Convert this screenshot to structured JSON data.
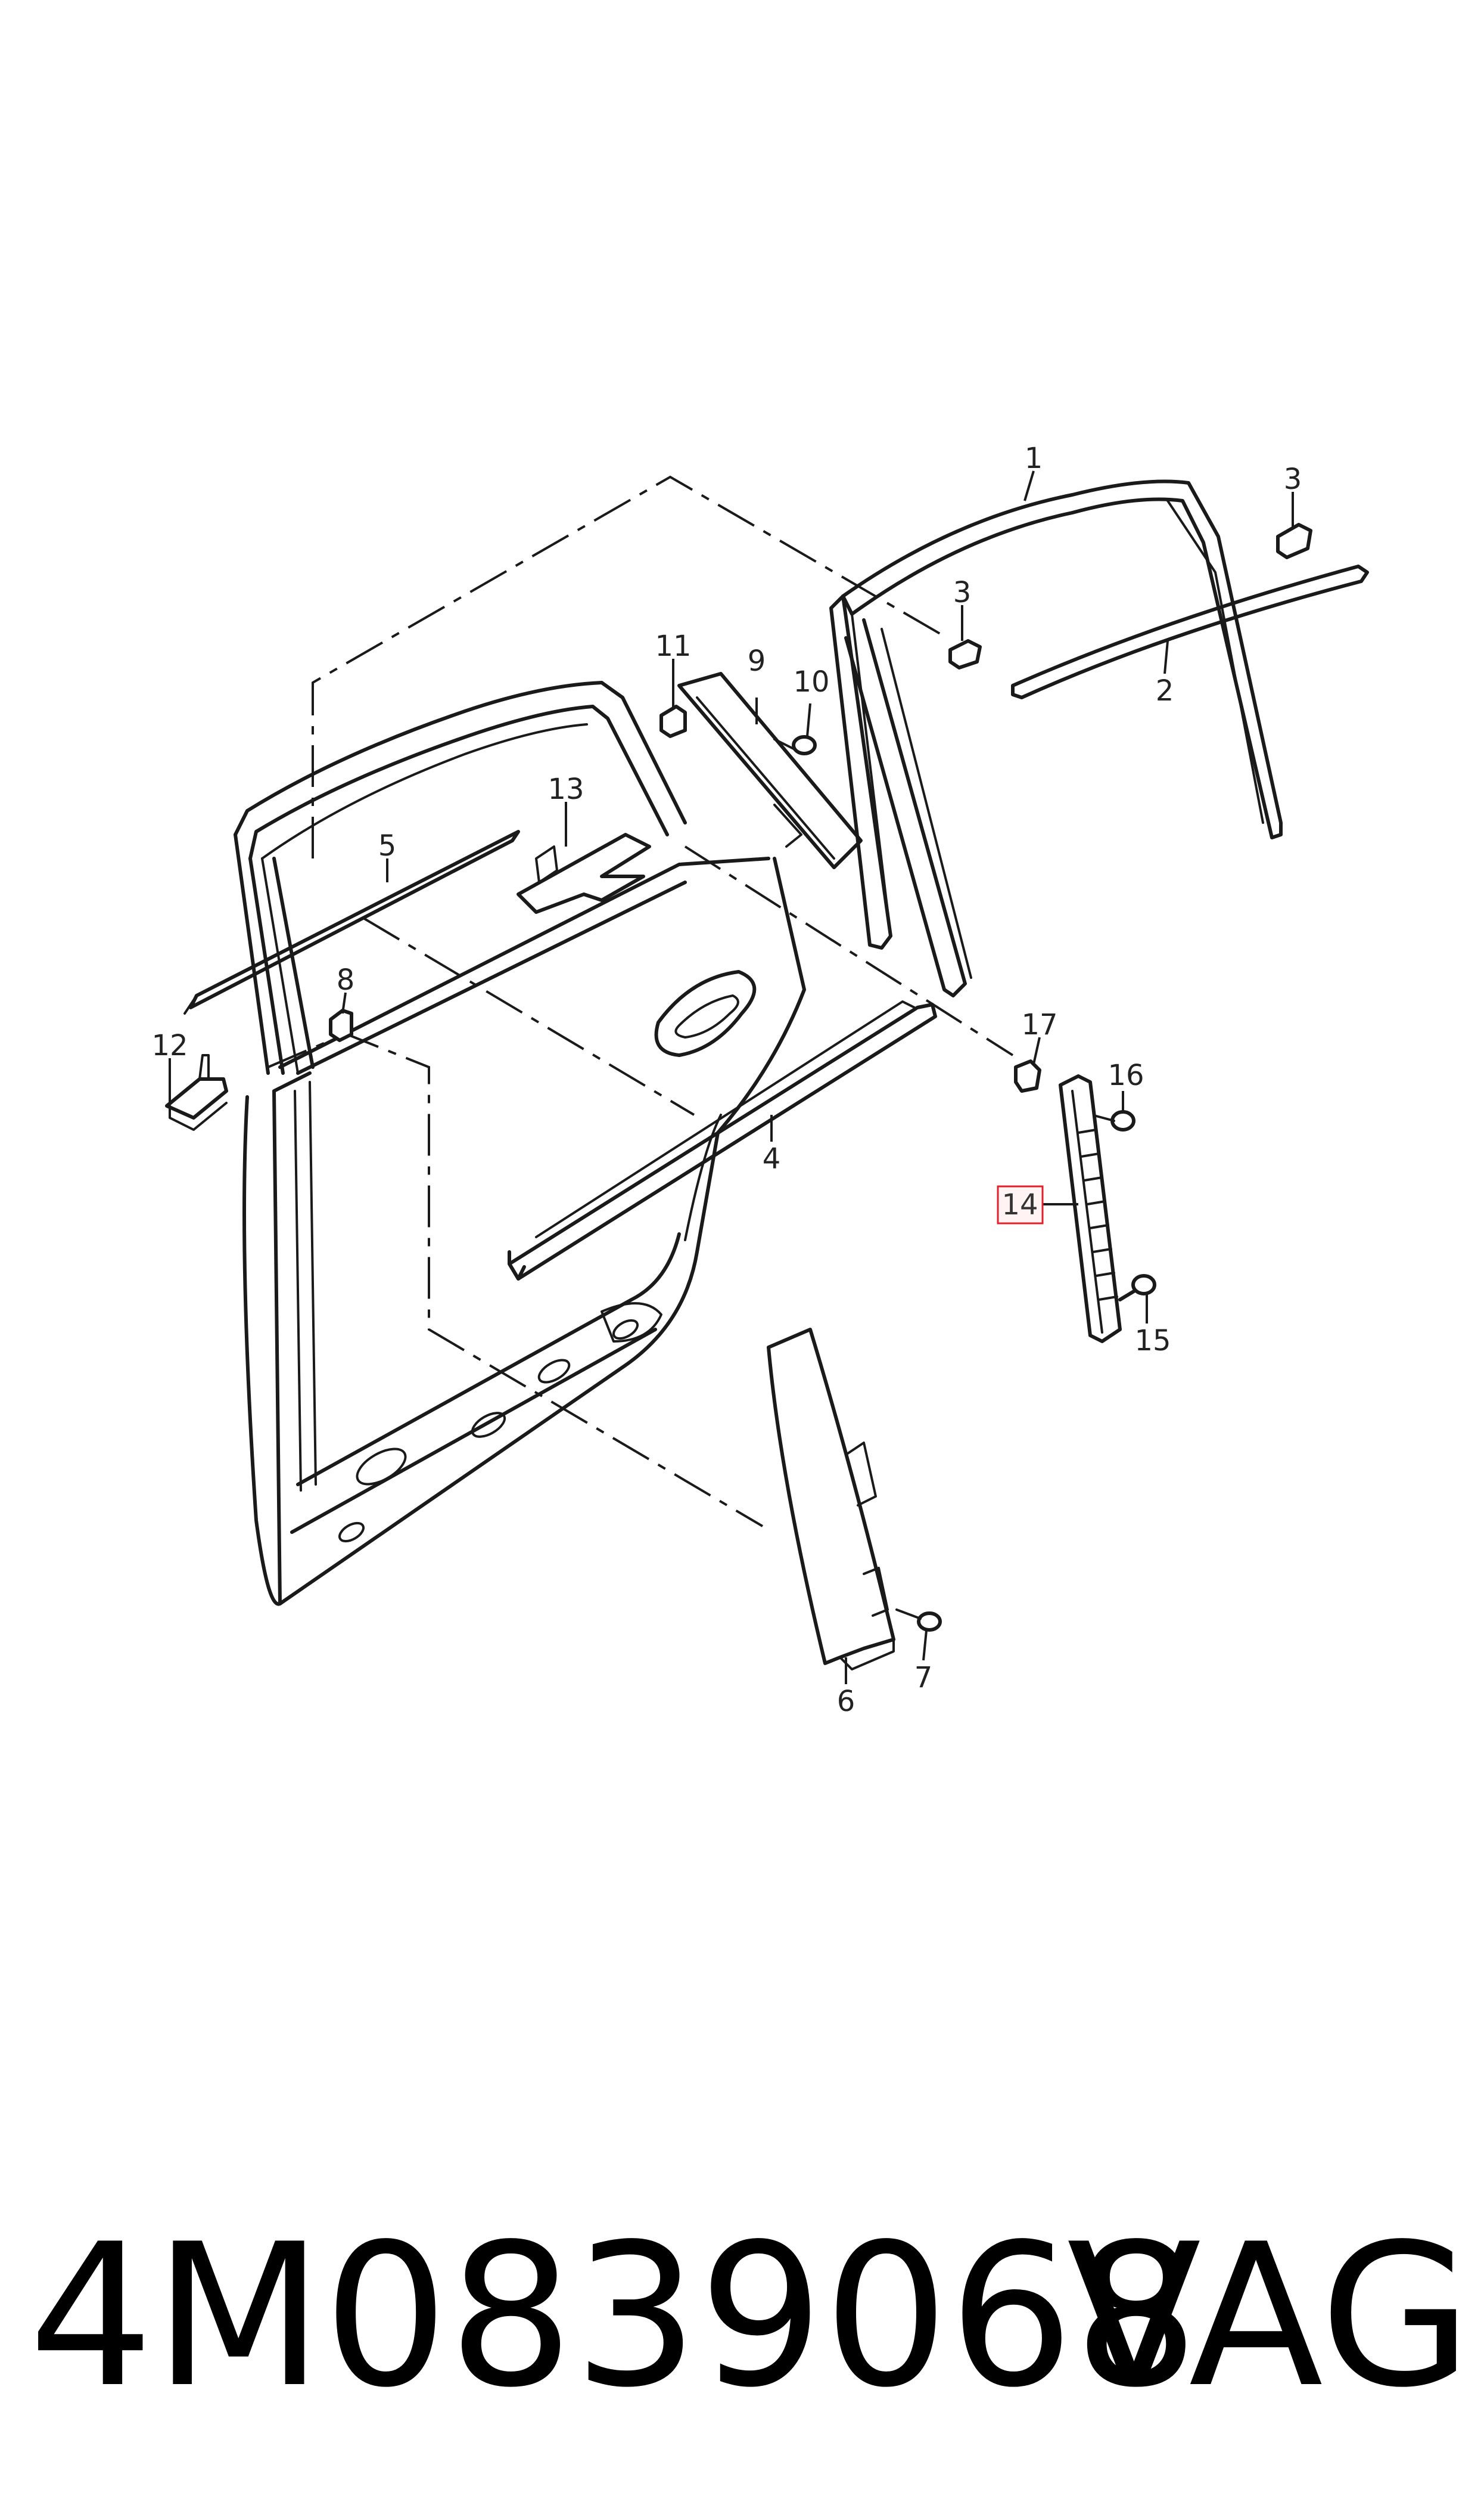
{
  "diagram": {
    "highlighted_part": "14",
    "highlight_color": "#e0202a",
    "part_labels": [
      "1",
      "2",
      "3",
      "3",
      "4",
      "5",
      "6",
      "7",
      "8",
      "9",
      "10",
      "11",
      "12",
      "13",
      "14",
      "15",
      "16",
      "17"
    ]
  },
  "footer": {
    "part_number": "4M0839068",
    "brand": "VAG"
  }
}
